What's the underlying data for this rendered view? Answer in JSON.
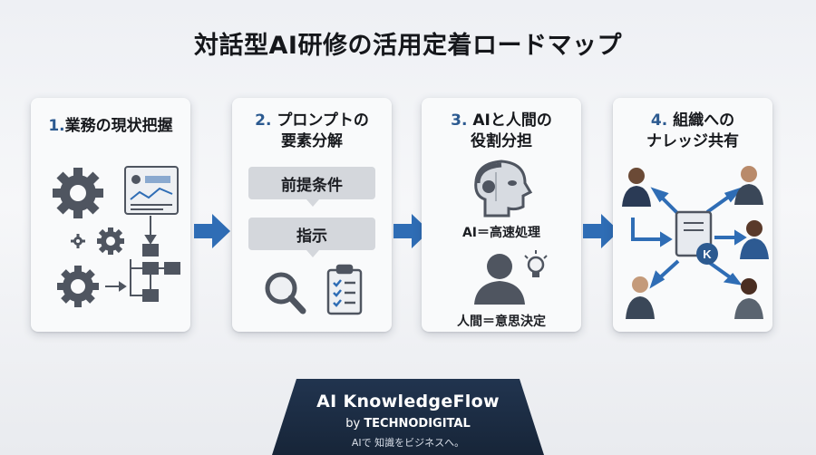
{
  "title": "対話型AI研修の活用定着ロードマップ",
  "steps": [
    {
      "num": "1.",
      "title": "業務の現状把握",
      "icons": [
        "gear-icon",
        "document-chart-icon",
        "flowchart-icon"
      ]
    },
    {
      "num": "2.",
      "title_line1": "プロンプトの",
      "title_line2": "要素分解",
      "chips": [
        "前提条件",
        "指示"
      ],
      "icons": [
        "magnifier-icon",
        "clipboard-checklist-icon"
      ]
    },
    {
      "num": "3.",
      "title_line1": "AIと人間の",
      "title_line2": "役割分担",
      "ai_label": "AI＝高速処理",
      "human_label": "人間＝意思決定",
      "icons": [
        "robot-head-icon",
        "person-icon",
        "lightbulb-icon"
      ]
    },
    {
      "num": "4.",
      "title_line1": "組織への",
      "title_line2": "ナレッジ共有",
      "hub_letter": "K",
      "icons": [
        "document-hub-icon",
        "person-icon"
      ]
    }
  ],
  "footer": {
    "brand": "AI KnowledgeFlow",
    "by_prefix": "by",
    "by_company": "TECHNODIGITAL",
    "tagline": "AIで 知識をビジネスへ。"
  },
  "colors": {
    "accent_blue": "#2f6db5",
    "number_blue": "#2c5a90",
    "icon_gray": "#4f5560",
    "footer_navy": "#1c2d45"
  }
}
